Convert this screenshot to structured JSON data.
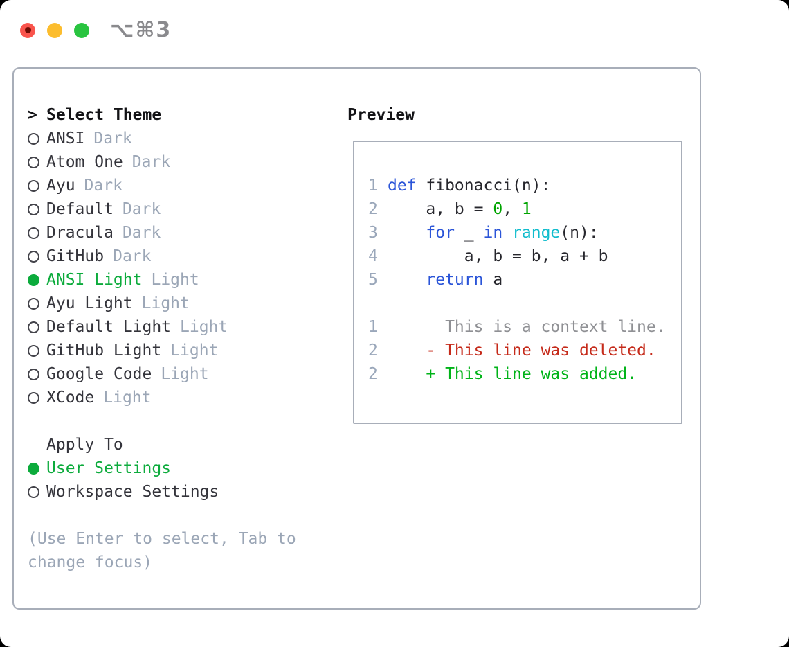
{
  "window": {
    "shortcut": "⌥⌘3",
    "traffic_lights": [
      "close",
      "minimize",
      "zoom"
    ]
  },
  "colors": {
    "ui_green": "#0cab3c",
    "border_gray": "#a8aeb9",
    "tag_gray": "#9ba6b6",
    "text_dark": "#34343b"
  },
  "theme_panel": {
    "title_prefix": ">",
    "title": "Select Theme",
    "themes": [
      {
        "name": "ANSI",
        "tag": "Dark",
        "selected": false
      },
      {
        "name": "Atom One",
        "tag": "Dark",
        "selected": false
      },
      {
        "name": "Ayu",
        "tag": "Dark",
        "selected": false
      },
      {
        "name": "Default",
        "tag": "Dark",
        "selected": false
      },
      {
        "name": "Dracula",
        "tag": "Dark",
        "selected": false
      },
      {
        "name": "GitHub",
        "tag": "Dark",
        "selected": false
      },
      {
        "name": "ANSI Light",
        "tag": "Light",
        "selected": true
      },
      {
        "name": "Ayu Light",
        "tag": "Light",
        "selected": false
      },
      {
        "name": "Default Light",
        "tag": "Light",
        "selected": false
      },
      {
        "name": "GitHub Light",
        "tag": "Light",
        "selected": false
      },
      {
        "name": "Google Code",
        "tag": "Light",
        "selected": false
      },
      {
        "name": "XCode",
        "tag": "Light",
        "selected": false
      }
    ],
    "apply_to": {
      "title": "Apply To",
      "options": [
        {
          "label": "User Settings",
          "selected": true
        },
        {
          "label": "Workspace Settings",
          "selected": false
        }
      ]
    },
    "help": "(Use Enter to select, Tab to change focus)"
  },
  "preview": {
    "title": "Preview",
    "syntax_colors": {
      "keyword": "#2b55d8",
      "builtin": "#10bccd",
      "number": "#00a400",
      "plain": "#26262c",
      "context": "#8f9094",
      "deleted": "#c52a1a",
      "added": "#00b318",
      "line_number": "#9aa7ba"
    },
    "code_lines": [
      {
        "num": "1",
        "segments": [
          {
            "t": "def",
            "c": "keyword"
          },
          {
            "t": " fibonacci(n):",
            "c": "plain"
          }
        ]
      },
      {
        "num": "2",
        "segments": [
          {
            "t": "    a, b = ",
            "c": "plain"
          },
          {
            "t": "0",
            "c": "number"
          },
          {
            "t": ", ",
            "c": "plain"
          },
          {
            "t": "1",
            "c": "number"
          }
        ]
      },
      {
        "num": "3",
        "segments": [
          {
            "t": "    ",
            "c": "plain"
          },
          {
            "t": "for",
            "c": "keyword"
          },
          {
            "t": " _ ",
            "c": "plain"
          },
          {
            "t": "in",
            "c": "keyword"
          },
          {
            "t": " ",
            "c": "plain"
          },
          {
            "t": "range",
            "c": "builtin"
          },
          {
            "t": "(n):",
            "c": "plain"
          }
        ]
      },
      {
        "num": "4",
        "segments": [
          {
            "t": "        a, b = b, a + b",
            "c": "plain"
          }
        ]
      },
      {
        "num": "5",
        "segments": [
          {
            "t": "    ",
            "c": "plain"
          },
          {
            "t": "return",
            "c": "keyword"
          },
          {
            "t": " a",
            "c": "plain"
          }
        ]
      },
      {
        "num": "",
        "segments": []
      },
      {
        "num": "1",
        "segments": [
          {
            "t": "      This is a context line.",
            "c": "context"
          }
        ]
      },
      {
        "num": "2",
        "segments": [
          {
            "t": "    - This line was deleted.",
            "c": "deleted"
          }
        ]
      },
      {
        "num": "2",
        "segments": [
          {
            "t": "    + This line was added.",
            "c": "added"
          }
        ]
      }
    ]
  }
}
